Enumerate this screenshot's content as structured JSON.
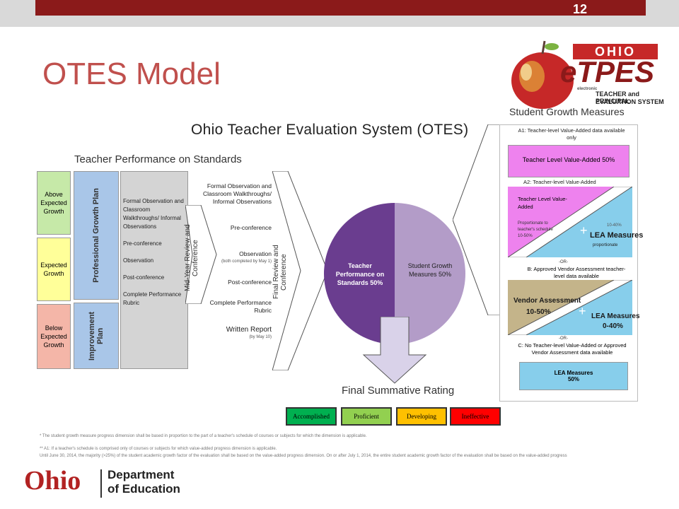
{
  "slide_number": "12",
  "title": "OTES Model",
  "logo": {
    "state": "OHIO",
    "brand": "eTPES",
    "sub": "electronic",
    "line1": "TEACHER and PRINCIPAL",
    "line2": "EVALUATION SYSTEM"
  },
  "diagram_title": "Ohio Teacher Evaluation System (OTES)",
  "tps_title": "Teacher Performance on Standards",
  "growth_levels": [
    "Above Expected Growth",
    "Expected Growth",
    "Below Expected Growth"
  ],
  "plans": [
    "Professional Growth Plan",
    "Improvement Plan"
  ],
  "process_items": [
    "Formal Observation and Classroom Walkthroughs/ Informal Observations",
    "Pre-conference",
    "Observation",
    "Post-conference",
    "Complete Performance Rubric"
  ],
  "mid_year": "Mid-Year Review and Conference",
  "timeline": {
    "item1": "Formal Observation and Classroom Walkthroughs/ Informal Observations",
    "item2": "Pre-conference",
    "item3": "Observation",
    "item3_note": "(both completed by May 1)",
    "item4": "Post-conference",
    "item5": "Complete Performance Rubric",
    "item6": "Written Report",
    "item6_note": "(by May 10)"
  },
  "final_review": "Final Review and Conference",
  "pie": {
    "left_label": "Teacher Performance on Standards 50%",
    "right_label": "Student Growth Measures 50%"
  },
  "student_growth_title": "Student Growth Measures",
  "growth_panel": {
    "a1_label": "A1: Teacher-level Value-Added data available only",
    "a1_box": "Teacher Level Value-Added 50%",
    "a2_label": "A2: Teacher-level Value-Added",
    "a2_tri_label": "Teacher Level Value-Added",
    "a2_tri_note": "Proportionate to teacher's schedule 10-50%",
    "a2_lea_pct": "10-40%",
    "a2_lea": "LEA Measures",
    "a2_lea_note": "proportionate",
    "or1": "-OR-",
    "b_label": "B: Approved Vendor Assessment teacher-level data available",
    "vendor": "Vendor Assessment",
    "vendor_pct": "10-50%",
    "b_lea": "LEA Measures",
    "b_lea_pct": "0-40%",
    "or2": "-OR-",
    "c_label": "C: No Teacher-level Value-Added or Approved Vendor Assessment data available",
    "c_lea": "LEA Measures",
    "c_lea_pct": "50%"
  },
  "final_rating_title": "Final Summative Rating",
  "ratings": [
    {
      "label": "Accomplished",
      "color": "#00b050"
    },
    {
      "label": "Proficient",
      "color": "#92d050"
    },
    {
      "label": "Developing",
      "color": "#ffc000"
    },
    {
      "label": "Ineffective",
      "color": "#ff0000"
    }
  ],
  "footnotes": [
    "* The student growth measure progress dimension shall be based in proportion to the part of a teacher's schedule of courses or subjects for which the dimension is applicable.",
    "** A1: If a teacher's schedule is comprised only of courses or subjects for which value-added progress dimension is applicable.",
    "Until June 30, 2014, the majority (>25%) of the student academic growth factor of the evaluation shall be based on the value-added progress dimension. On or after July 1, 2014, the entire student academic growth factor of the evaluation shall be based on the value-added progress"
  ],
  "ode_logo": {
    "ohio": "Ohio",
    "dept1": "Department",
    "dept2": "of Education"
  }
}
